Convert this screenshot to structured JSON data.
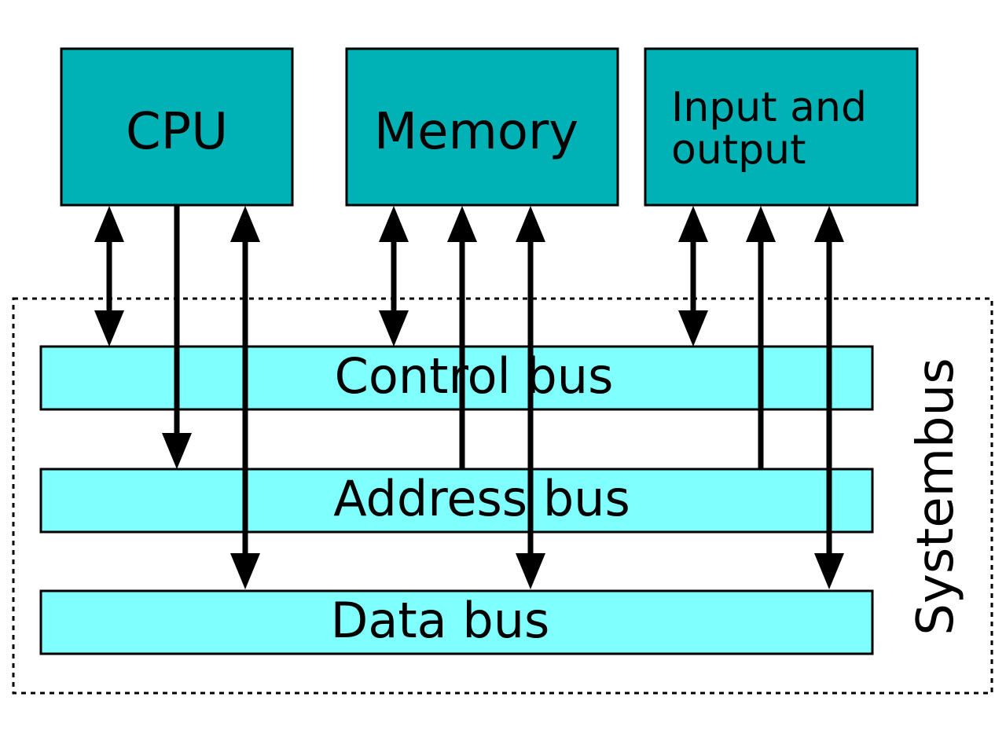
{
  "colors": {
    "component_fill": "#00b2b5",
    "bus_fill": "#80ffff",
    "line": "#000000"
  },
  "components": {
    "cpu": "CPU",
    "memory": "Memory",
    "io_line1": "Input and",
    "io_line2": "output"
  },
  "buses": {
    "control": "Control bus",
    "address": "Address bus",
    "data": "Data bus"
  },
  "system_bus_label": "Systembus"
}
